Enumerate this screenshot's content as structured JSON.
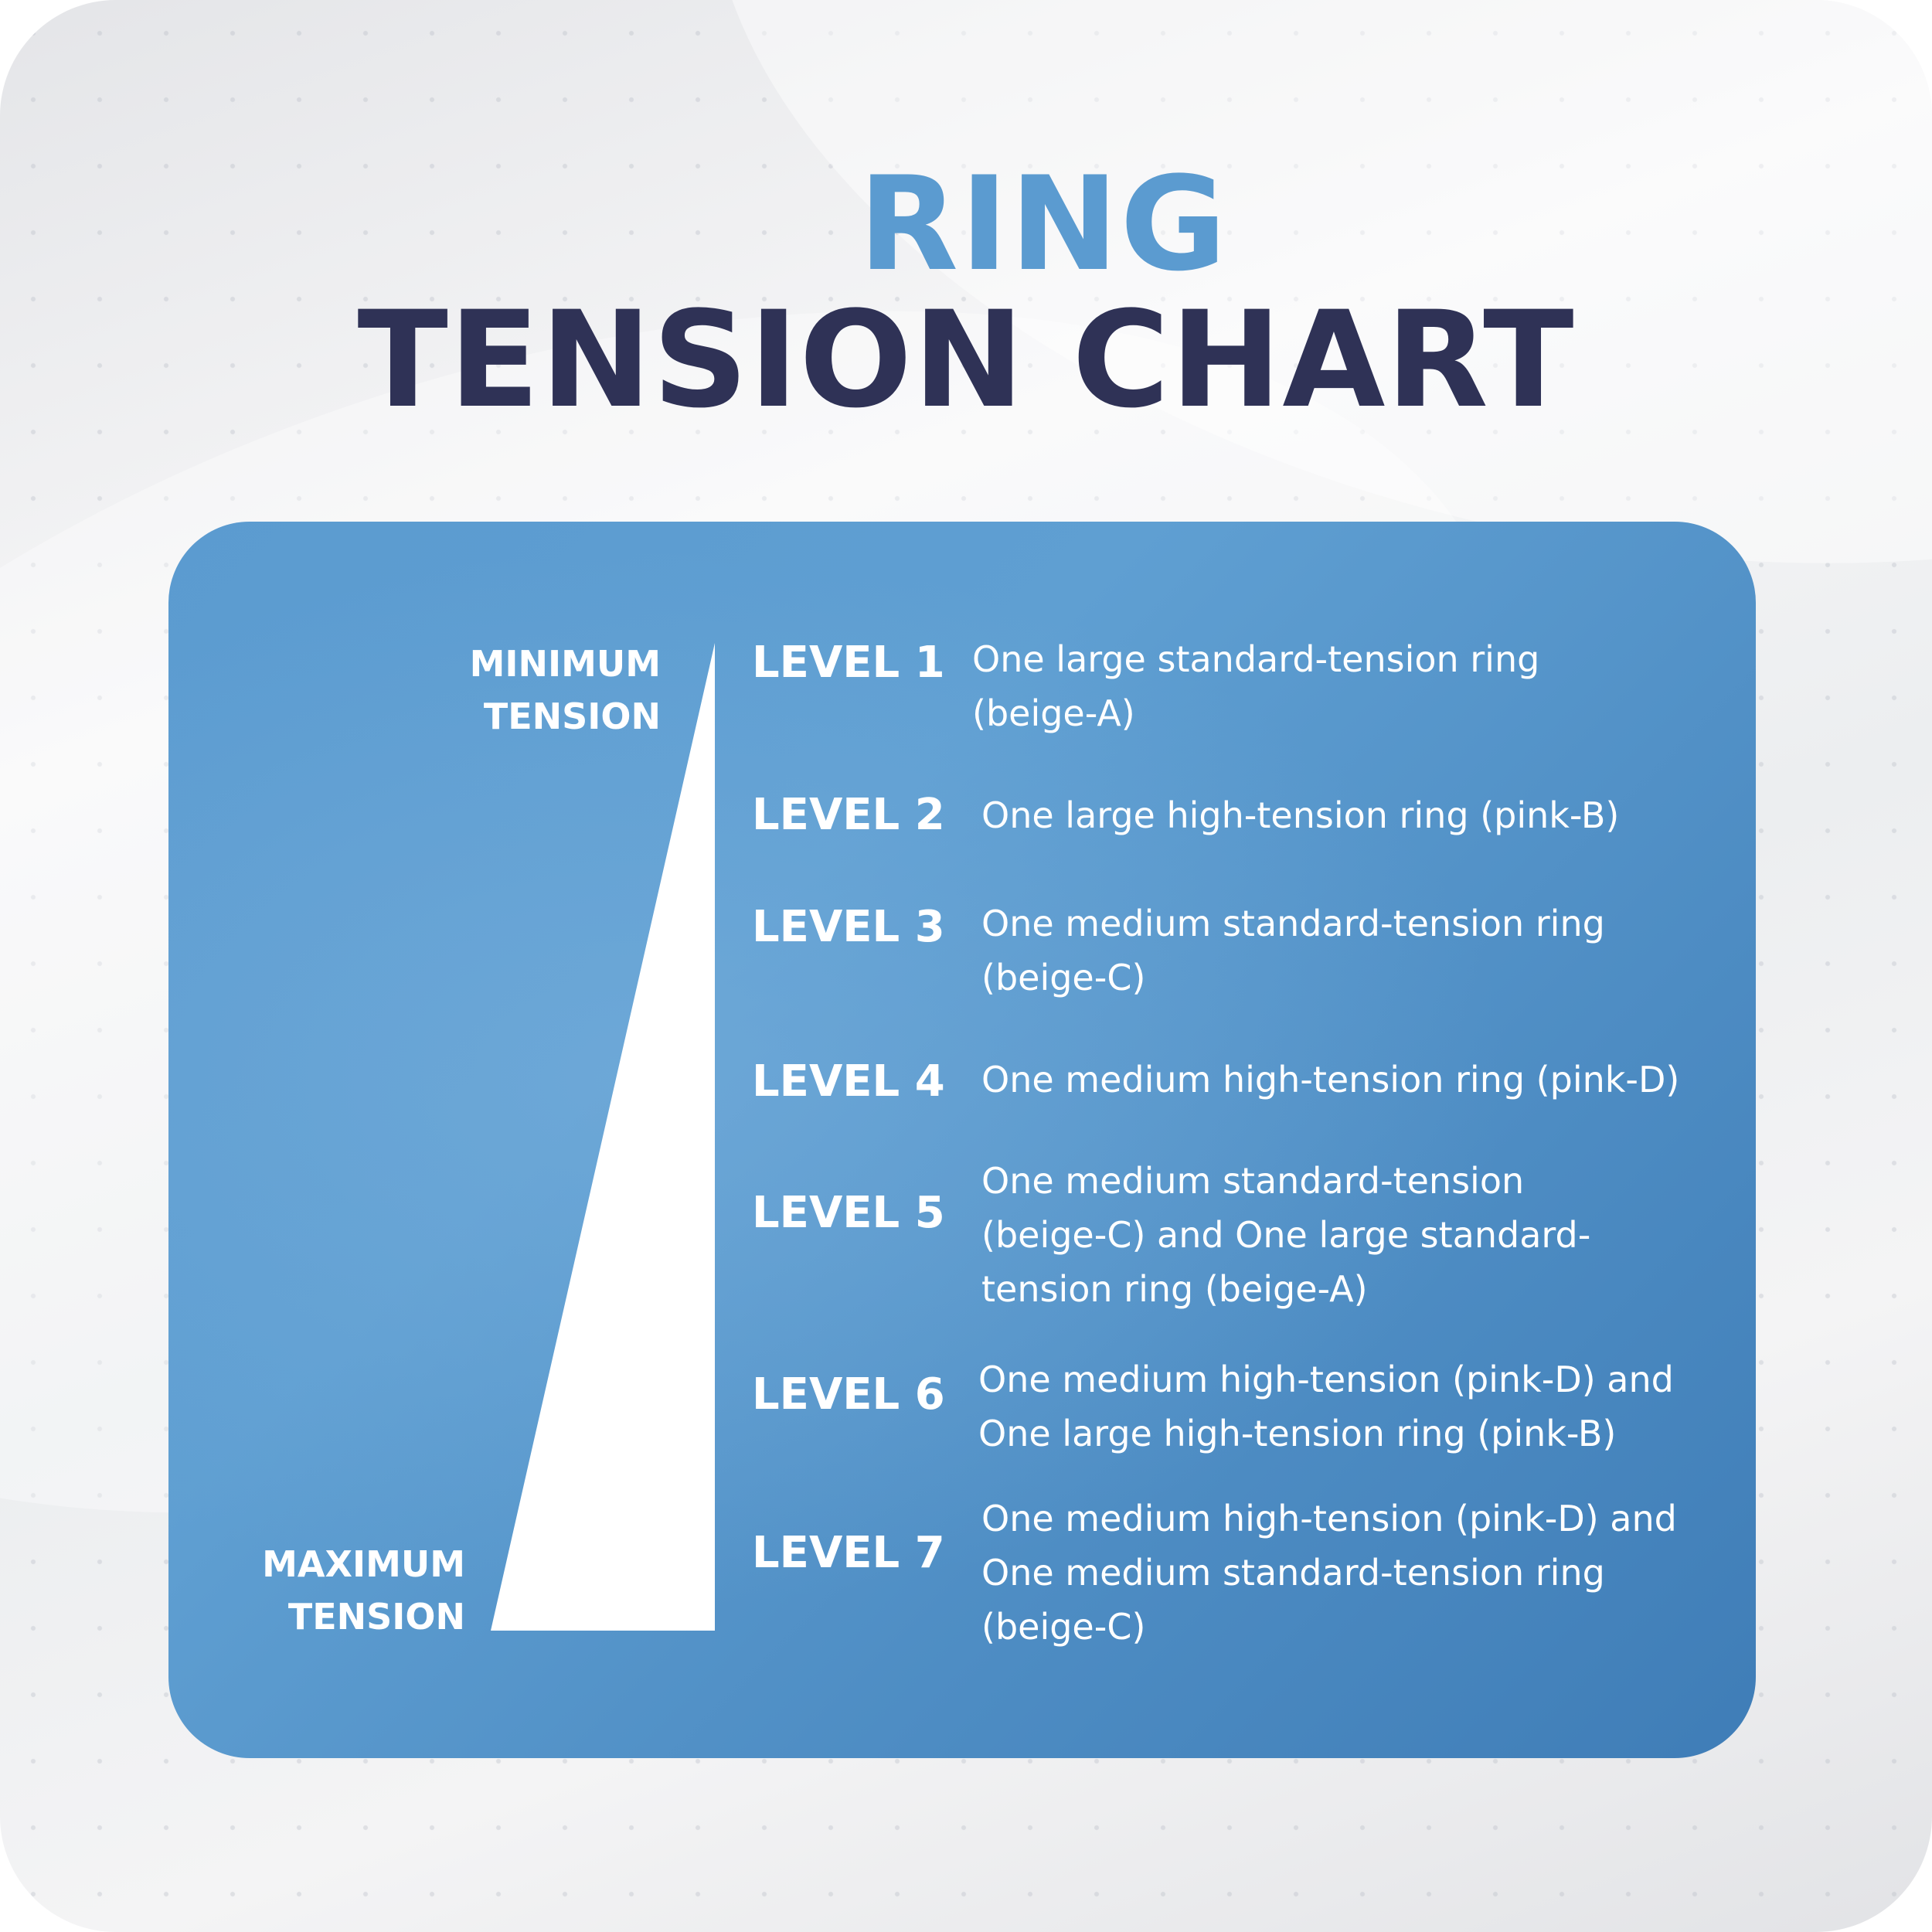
{
  "title": {
    "line1": "RING",
    "line2": "TENSION CHART"
  },
  "colors": {
    "title_accent": "#5b9bd0",
    "title_dark": "#2f3256",
    "panel": "#5b9bd0",
    "text_light": "#ffffff"
  },
  "scale": {
    "min_label": [
      "MINIMUM",
      "TENSION"
    ],
    "max_label": [
      "MAXIMUM",
      "TENSION"
    ]
  },
  "levels": [
    {
      "label": "LEVEL 1",
      "description": [
        "One large standard-tension ring",
        "(beige-A)"
      ]
    },
    {
      "label": "LEVEL 2",
      "description": [
        "One large high-tension ring (pink-B)"
      ]
    },
    {
      "label": "LEVEL 3",
      "description": [
        "One medium standard-tension ring",
        "(beige-C)"
      ]
    },
    {
      "label": "LEVEL 4",
      "description": [
        "One medium high-tension ring (pink-D)"
      ]
    },
    {
      "label": "LEVEL 5",
      "description": [
        "One medium standard-tension",
        "(beige-C) and One large standard-",
        "tension ring (beige-A)"
      ]
    },
    {
      "label": "LEVEL 6",
      "description": [
        "One medium high-tension (pink-D) and",
        "One large high-tension ring (pink-B)"
      ]
    },
    {
      "label": "LEVEL 7",
      "description": [
        "One medium high-tension (pink-D) and",
        "One medium standard-tension ring",
        "(beige-C)"
      ]
    }
  ]
}
